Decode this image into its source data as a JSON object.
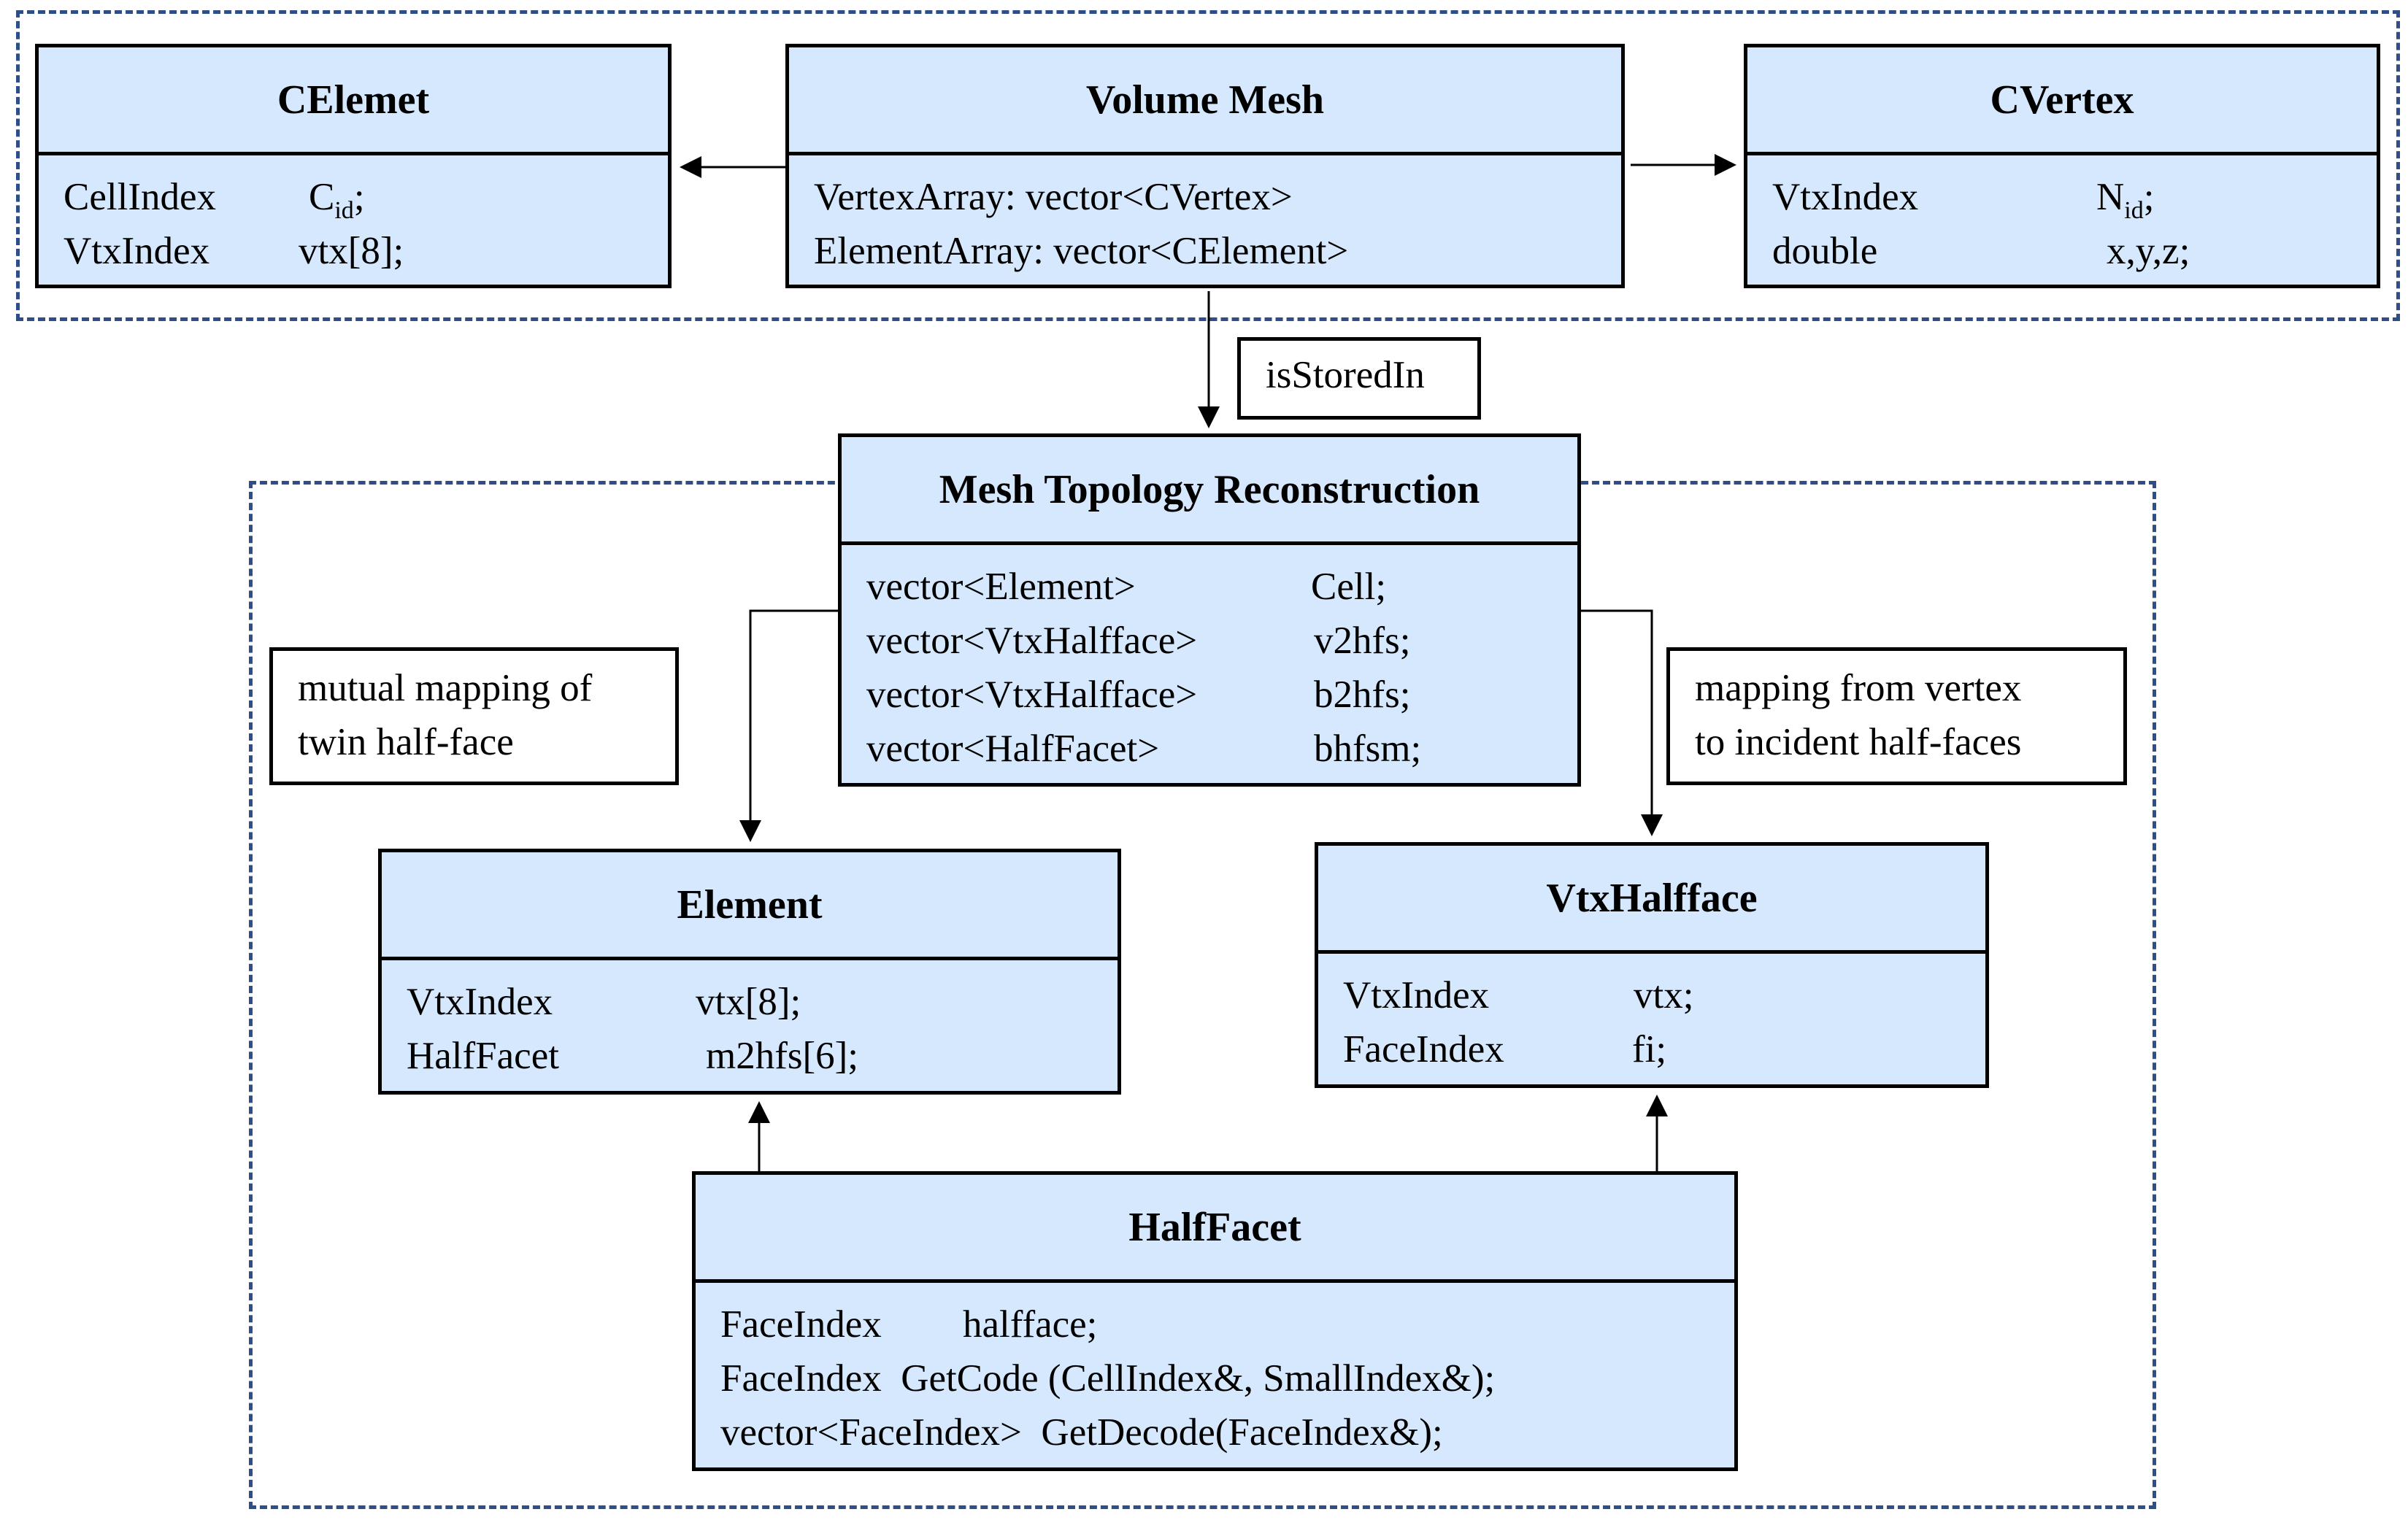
{
  "volume_mesh_group": {
    "celement": {
      "title": "CElemet",
      "fields": [
        {
          "type": "CellIndex",
          "name_main": "C",
          "name_sub": "id",
          "name_rest": ";"
        },
        {
          "type": "VtxIndex",
          "name": "vtx[8];"
        }
      ]
    },
    "volume_mesh": {
      "title": "Volume Mesh",
      "fields": [
        "VertexArray: vector<CVertex>",
        "ElementArray: vector<CElement>"
      ]
    },
    "cvertex": {
      "title": "CVertex",
      "fields": [
        {
          "type": "VtxIndex",
          "name_main": "N",
          "name_sub": "id",
          "name_rest": ";"
        },
        {
          "type": "double",
          "name": "x,y,z;"
        }
      ]
    }
  },
  "stored_label": "isStoredIn",
  "topology_group": {
    "mesh_topology": {
      "title": "Mesh Topology Reconstruction",
      "fields": [
        {
          "type": "vector<Element>",
          "name": "Cell;"
        },
        {
          "type": "vector<VtxHalfface>",
          "name": "v2hfs;"
        },
        {
          "type": "vector<VtxHalfface>",
          "name": "b2hfs;"
        },
        {
          "type": "vector<HalfFacet>",
          "name": "bhfsm;"
        }
      ]
    },
    "note_left": {
      "lines": [
        "mutual mapping of",
        "twin half-face"
      ]
    },
    "note_right": {
      "lines": [
        "mapping from vertex",
        "to incident half-faces"
      ]
    },
    "element": {
      "title": "Element",
      "fields": [
        {
          "type": "VtxIndex",
          "name": "vtx[8];"
        },
        {
          "type": "HalfFacet",
          "name": "m2hfs[6];"
        }
      ]
    },
    "vtx_halfface": {
      "title": "VtxHalfface",
      "fields": [
        {
          "type": "VtxIndex",
          "name": "vtx;"
        },
        {
          "type": "FaceIndex",
          "name": "fi;"
        }
      ]
    },
    "half_facet": {
      "title": "HalfFacet",
      "fields": [
        {
          "type": "FaceIndex",
          "name": "halfface;"
        },
        "FaceIndex  GetCode (CellIndex&, SmallIndex&);",
        "vector<FaceIndex>  GetDecode(FaceIndex&);"
      ]
    }
  },
  "colors": {
    "box_fill": "#d6e8fd",
    "group_border": "#2f4d86",
    "line": "#000000"
  }
}
